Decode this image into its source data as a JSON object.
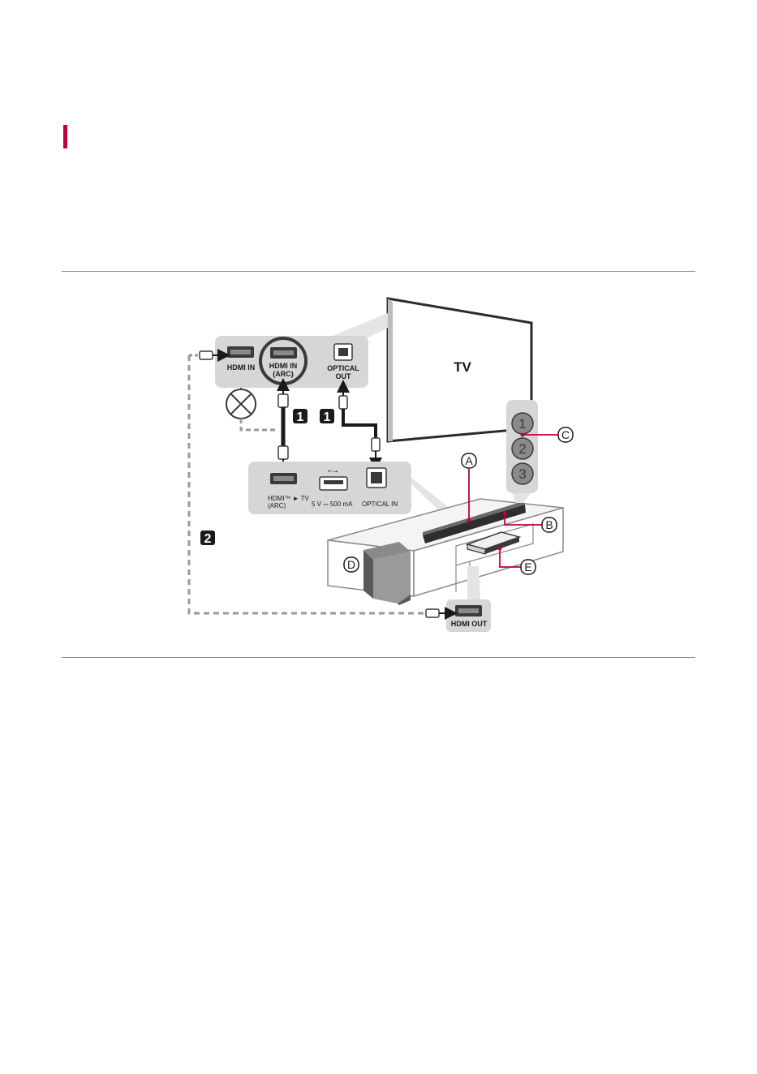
{
  "tv": {
    "label": "TV",
    "ports": {
      "hdmi_in": "HDMI IN",
      "hdmi_in_arc_line1": "HDMI IN",
      "hdmi_in_arc_line2": "(ARC)",
      "optical_out_line1": "OPTICAL",
      "optical_out_line2": "OUT"
    }
  },
  "soundbar_panel": {
    "hdmi_tv_line1": "HDMI™ ► TV",
    "hdmi_tv_line2": "(ARC)",
    "usb_rating": "5 V ⎓ 500 mA",
    "optical_in": "OPTICAL IN"
  },
  "source_device": {
    "hdmi_out": "HDMI OUT"
  },
  "steps": {
    "step1": "1",
    "step2": "2"
  },
  "callouts": {
    "a": "A",
    "b": "B",
    "c": "C",
    "d": "D",
    "e": "E"
  },
  "channels": [
    "1",
    "2",
    "3"
  ],
  "colors": {
    "accent": "#c0003c",
    "callout_line": "#c0003c",
    "panel": "#d6d6d6",
    "cable": "#1a1a1a",
    "dashed": "#9a9a9a"
  }
}
